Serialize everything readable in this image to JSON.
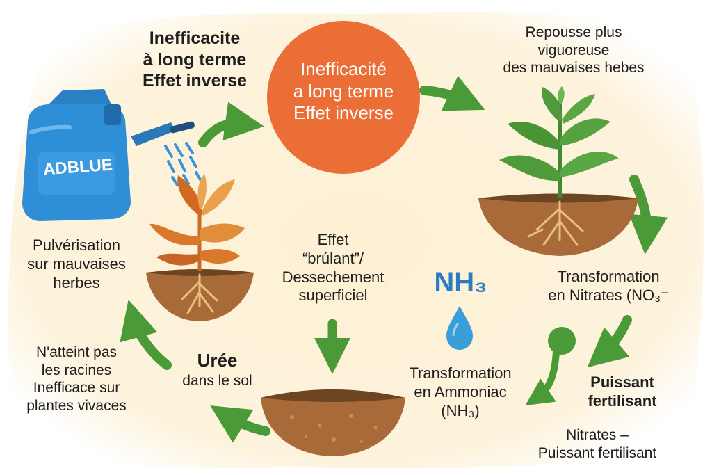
{
  "colors": {
    "background": "#fdf3dc",
    "arrow_green": "#4a9a38",
    "center_circle": "#eb6e36",
    "soil_brown": "#a86a38",
    "soil_dark": "#6d4522",
    "leaf_green": "#4f9a3b",
    "wilted_leaf": "#d9772a",
    "jug_blue": "#2f8fd6",
    "nh3_blue": "#2a7dc5",
    "text": "#1e1e1e"
  },
  "diagram": {
    "jug_label": "ADBLUE",
    "top_left_text": [
      "Inefficacite",
      "à long terme",
      "Effet inverse"
    ],
    "center_circle_text": [
      "Inefficacité",
      "a long terme",
      "Effet inverse"
    ],
    "top_right_text": [
      "Repousse plus",
      "viguoreuse",
      "des mauvaises hebes"
    ],
    "spray_text": [
      "Pulvérisation",
      "sur mauvaises",
      "herbes"
    ],
    "burn_text": [
      "Effet",
      "“brúlant”/",
      "Dessechement",
      "superficiel"
    ],
    "nh3_label": "NH₃",
    "nitrates_text": [
      "Transformation",
      "en Nitrates (NO₃⁻"
    ],
    "left_bottom_text": [
      "N'atteint pas",
      "les racines",
      "Inefficace sur",
      "plantes vivaces"
    ],
    "uree_text": [
      "Urée",
      "dans le sol"
    ],
    "ammoniac_text": [
      "Transformation",
      "en Ammoniac",
      "(NH₃)"
    ],
    "fertilisant_text": [
      "Puissant",
      "fertilisant"
    ],
    "nitrates_fertilisant_text": [
      "Nitrates –",
      "Puissant fertilisant"
    ],
    "icons": [
      "adblue-jug-icon",
      "wilted-plant-icon",
      "healthy-plant-icon",
      "water-drop-icon",
      "soil-mound-icon",
      "green-dot-icon"
    ]
  }
}
